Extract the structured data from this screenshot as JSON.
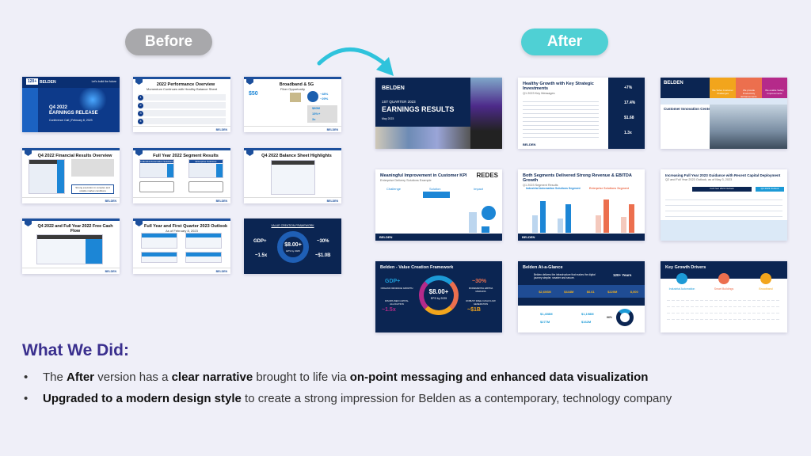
{
  "labels": {
    "before": "Before",
    "after": "After"
  },
  "before_slides": [
    {
      "title": "Q4 2022",
      "title2": "EARNINGS RELEASE",
      "subtitle": "Conference Call | February 8, 2023",
      "brand": "BELDEN",
      "badge": "120+",
      "tagline": "Let's build the future"
    },
    {
      "title": "2022 Performance Overview",
      "subtitle": "Momentum Continues with Healthy Balance Sheet",
      "steps": [
        "1",
        "2",
        "3",
        "4"
      ]
    },
    {
      "title": "Broadband & 5G",
      "subtitle": "Fiber Opportunity",
      "stat1": "$50",
      "stat2": "~48%",
      "stat3": "~29%",
      "stat4": "$80M",
      "stat5": "15%+",
      "stat6": "3x"
    },
    {
      "title": "Q4 2022 Financial Results Overview",
      "note": "Strong execution in complex and volatile market conditions"
    },
    {
      "title": "Full Year 2022 Segment Results",
      "left": "Industrial Automation Solutions",
      "right": "Enterprise Solutions"
    },
    {
      "title": "Q4 2022 Balance Sheet Highlights"
    },
    {
      "title": "Q4 2022 and Full Year 2022 Free Cash Flow"
    },
    {
      "title": "Full Year and First Quarter 2023 Outlook",
      "subtitle": "As of February 8, 2023"
    },
    {
      "title": "VALUE CREATION FRAMEWORK",
      "center": "$8.00+",
      "center_sub": "EPS by 2025",
      "k1": "GDP+",
      "k2": "~30%",
      "k3": "~1.5x",
      "k4": "~$1.0B"
    }
  ],
  "after_slides": [
    {
      "brand": "BELDEN",
      "kicker": "1ST QUARTER 2023",
      "title": "EARNINGS RESULTS",
      "date": "May 2023"
    },
    {
      "title": "Healthy Growth with Key Strategic Investments",
      "subtitle": "Q1 2023 Key Messages",
      "kpis": [
        "+7%",
        "17.4%",
        "$1.68",
        "1.3x"
      ]
    },
    {
      "brand": "BELDEN",
      "title": "Customer Innovation Centers",
      "tiles": [
        "We Solve Customer Challenges",
        "We provide Productivity Enhancements",
        "We enable Safety Improvements"
      ]
    },
    {
      "title": "Meaningful Improvement in Customer KPI",
      "subtitle": "Enterprise Delivery Solutions Example",
      "logo": "REDES",
      "cols": [
        "Challenge",
        "Solution",
        "Impact"
      ]
    },
    {
      "title": "Both Segments Delivered Strong Revenue & EBITDA Growth",
      "subtitle": "Q1 2023 Segment Results",
      "left": "Industrial Automation Solutions Segment",
      "right": "Enterprise Solutions Segment"
    },
    {
      "title": "Increasing Full Year 2023 Guidance with Recent Capital Deployment",
      "subtitle": "Q2 and Full Year 2023 Outlook, as of May 3, 2023",
      "btn1": "Full Year 2023 Outlook",
      "btn2": "Q2 2023 Outlook"
    },
    {
      "title": "Belden - Value Creation Framework",
      "center": "$8.00+",
      "center_sub": "EPS by 2025",
      "k1": "GDP+",
      "k1s": "ORGANIC REVENUE GROWTH",
      "k2": "~30%",
      "k2s": "INCREMENTAL EBITDA MARGINS",
      "k3": "~1.5x",
      "k3s": "DISCIPLINED CAPITAL ALLOCATION",
      "k4": "~$1B",
      "k4s": "ROBUST FREE CASH FLOW GENERATION"
    },
    {
      "title": "Belden At-a-Glance",
      "tagline": "Belden delivers the infrastructure that makes the digital journey simpler, smarter and secure.",
      "years": "120+ Years",
      "stats": [
        "$2,606M",
        "$444M",
        "$6.61",
        "$220M",
        "8,000"
      ],
      "seg1": "$1,408M",
      "seg1b": "$277M",
      "seg2": "$1,198M",
      "seg2b": "$162M",
      "pct": "66%"
    },
    {
      "title": "Key Growth Drivers",
      "drivers": [
        "Industrial Automation",
        "Smart Buildings",
        "Broadband"
      ]
    }
  ],
  "section": {
    "heading": "What We Did:",
    "bullet1": {
      "p1": "The ",
      "b1": "After",
      "p2": " version has a ",
      "b2": "clear narrative",
      "p3": " brought to life via ",
      "b3": "on-point messaging and enhanced data visualization"
    },
    "bullet2": {
      "b1": "Upgraded to a modern design style",
      "p1": " to create a strong impression for Belden as a contemporary, technology company"
    }
  },
  "colors": {
    "accent": "#4fd0d4",
    "heading": "#3a2f8e",
    "navy": "#0b2552"
  }
}
